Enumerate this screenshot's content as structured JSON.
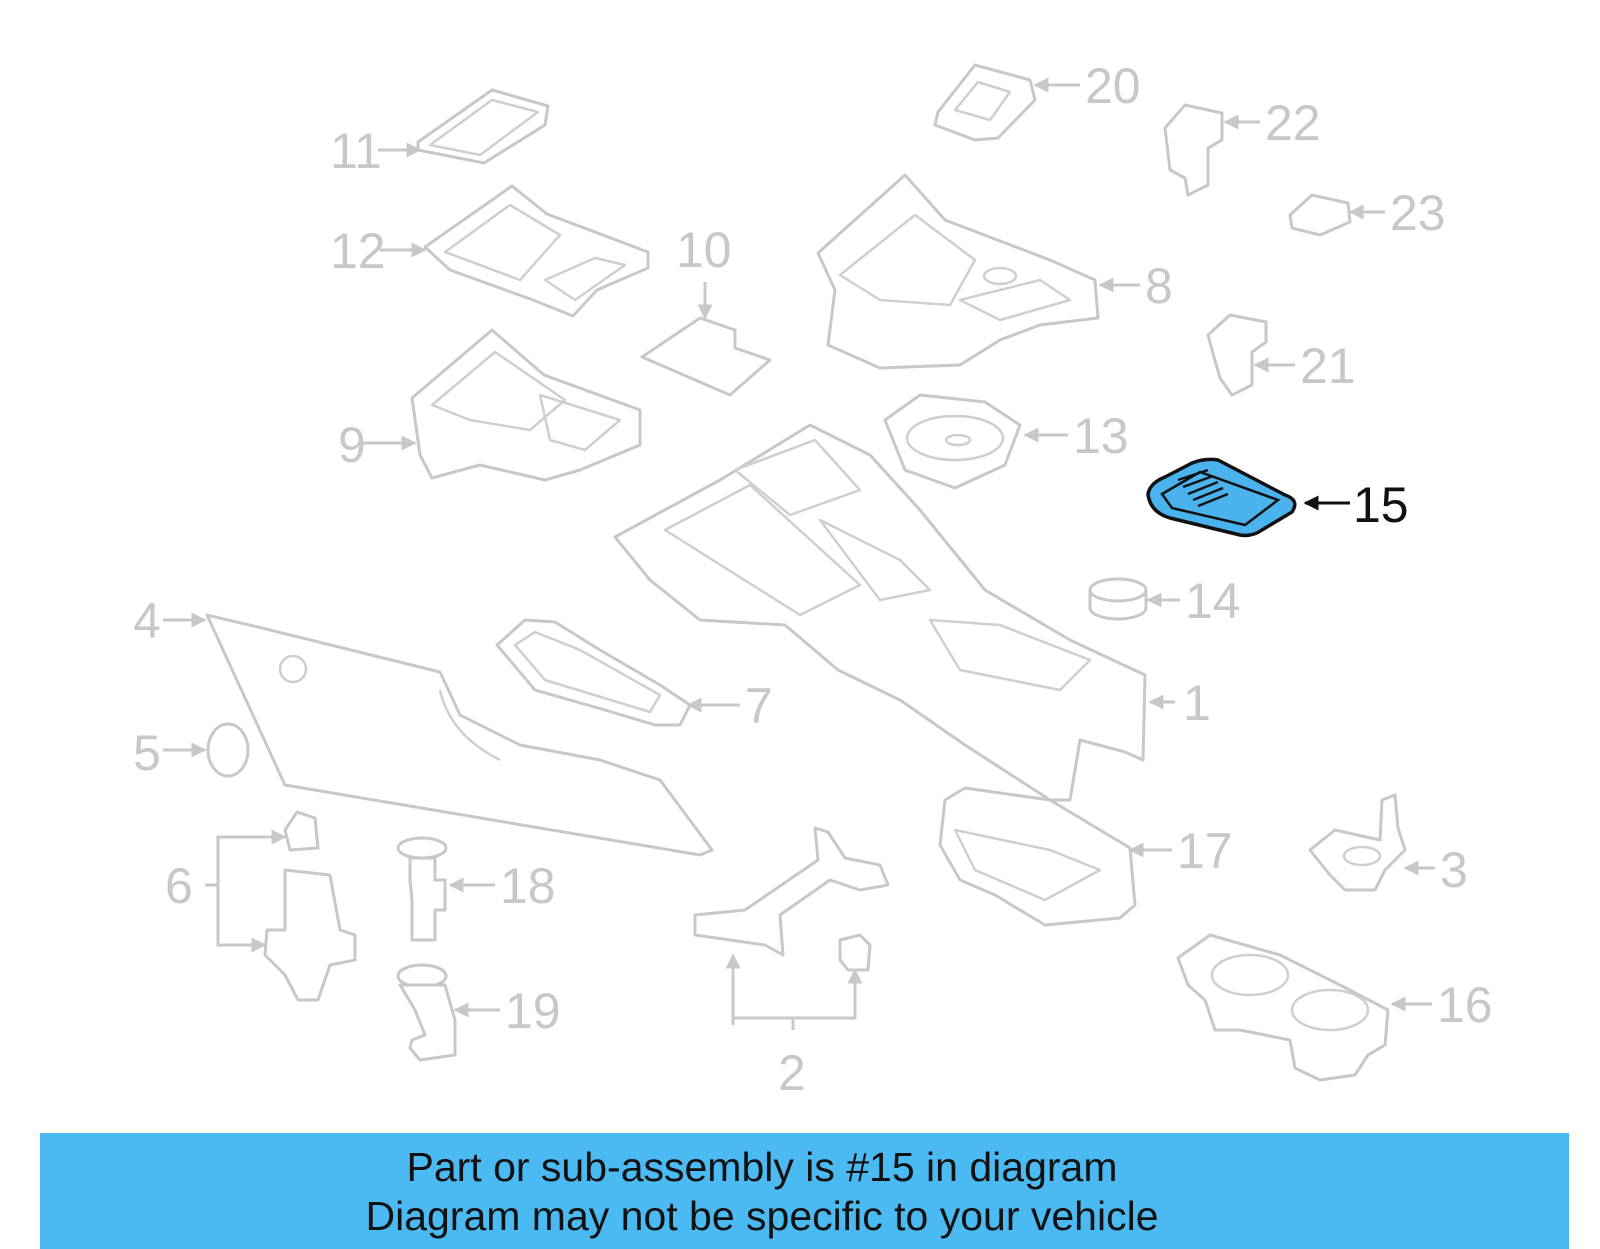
{
  "callouts": {
    "c1": "1",
    "c2": "2",
    "c3": "3",
    "c4": "4",
    "c5": "5",
    "c6": "6",
    "c7": "7",
    "c8": "8",
    "c9": "9",
    "c10": "10",
    "c11": "11",
    "c12": "12",
    "c13": "13",
    "c14": "14",
    "c15": "15",
    "c16": "16",
    "c17": "17",
    "c18": "18",
    "c19": "19",
    "c20": "20",
    "c21": "21",
    "c22": "22",
    "c23": "23"
  },
  "highlight": {
    "part": "15",
    "fill_color": "#4ab3ee",
    "outline_color": "#111111"
  },
  "banner": {
    "line1": "Part or sub-assembly is #15 in diagram",
    "line2": "Diagram may not be specific to your vehicle",
    "background_color": "#4cbaf2"
  }
}
